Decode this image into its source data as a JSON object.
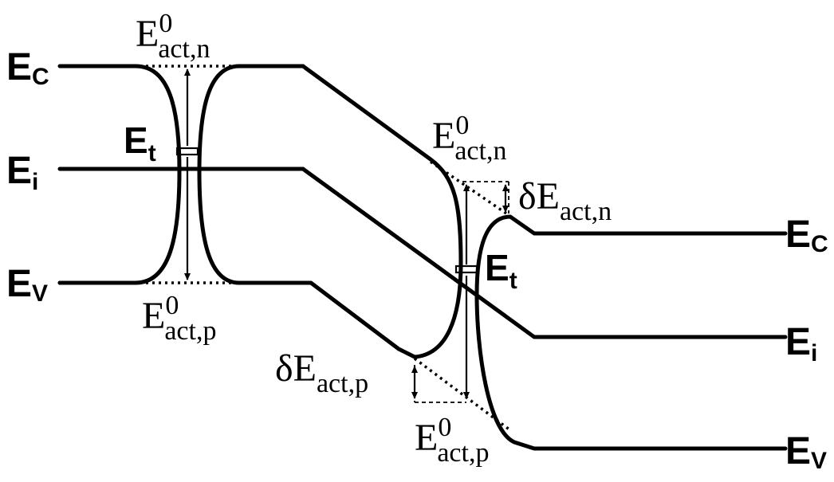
{
  "diagram": {
    "band_labels": {
      "ec": {
        "main": "E",
        "sub": "C"
      },
      "ei": {
        "main": "E",
        "sub": "i"
      },
      "ev": {
        "main": "E",
        "sub": "V"
      },
      "et": {
        "main": "E",
        "sub": "t"
      }
    },
    "energy_labels": {
      "e_act_n": {
        "main": "E",
        "sup": "0",
        "sub": "act,n"
      },
      "e_act_p": {
        "main": "E",
        "sup": "0",
        "sub": "act,p"
      },
      "delta_e_act_n": {
        "main": "δE",
        "sub": "act,n"
      },
      "delta_e_act_p": {
        "main": "δE",
        "sub": "act,p"
      }
    }
  }
}
